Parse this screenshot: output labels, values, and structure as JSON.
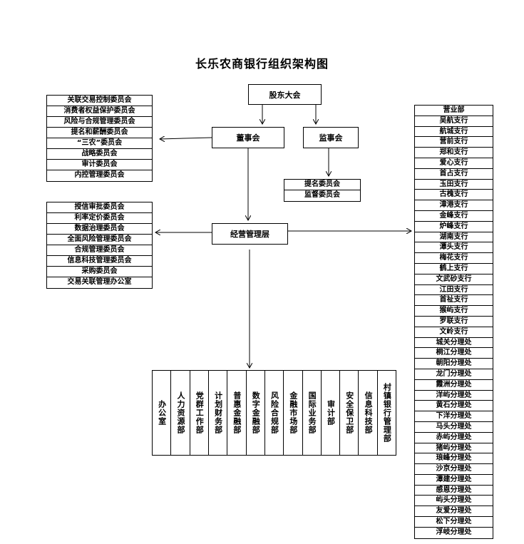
{
  "title": "长乐农商银行组织架构图",
  "nodes": {
    "shareholders": "股东大会",
    "board": "董事会",
    "supervisors": "监事会",
    "management": "经营管理层"
  },
  "board_committees": [
    "关联交易控制委员会",
    "消费者权益保护委员会",
    "风险与合规管理委员会",
    "提名和薪酬委员会",
    "“三农”委员会",
    "战略委员会",
    "审计委员会",
    "内控管理委员会"
  ],
  "supervisor_committees": [
    "提名委员会",
    "监督委员会"
  ],
  "management_committees": [
    "授信审批委员会",
    "利率定价委员会",
    "数据治理委员会",
    "全面风险管理委员会",
    "合规管理委员会",
    "信息科技管理委员会",
    "采购委员会",
    "交易关联管理办公室"
  ],
  "departments": [
    "办公室",
    "人力资源部",
    "党群工作部",
    "计划财务部",
    "普惠金融部",
    "数字金融部",
    "风险合规部",
    "金融市场部",
    "国际业务部",
    "审计部",
    "安全保卫部",
    "信息科技部",
    "村镇银行管理部"
  ],
  "branches": [
    "营业部",
    "吴航支行",
    "航城支行",
    "营前支行",
    "郑和支行",
    "爱心支行",
    "首占支行",
    "玉田支行",
    "古槐支行",
    "漳港支行",
    "金峰支行",
    "炉峰支行",
    "湖南支行",
    "潭头支行",
    "梅花支行",
    "鹤上支行",
    "文武砂支行",
    "江田支行",
    "首祉支行",
    "猴屿支行",
    "罗联支行",
    "文岭支行",
    "城关分理处",
    "桐江分理处",
    "朝阳分理处",
    "龙门分理处",
    "霞洲分理处",
    "洋屿分理处",
    "黄石分理处",
    "下洋分理处",
    "马头分理处",
    "赤屿分理处",
    "猪屿分理处",
    "琅峰分理处",
    "沙京分理处",
    "潭建分理处",
    "感恩分理处",
    "屿头分理处",
    "友爱分理处",
    "松下分理处",
    "浮岐分理处"
  ]
}
